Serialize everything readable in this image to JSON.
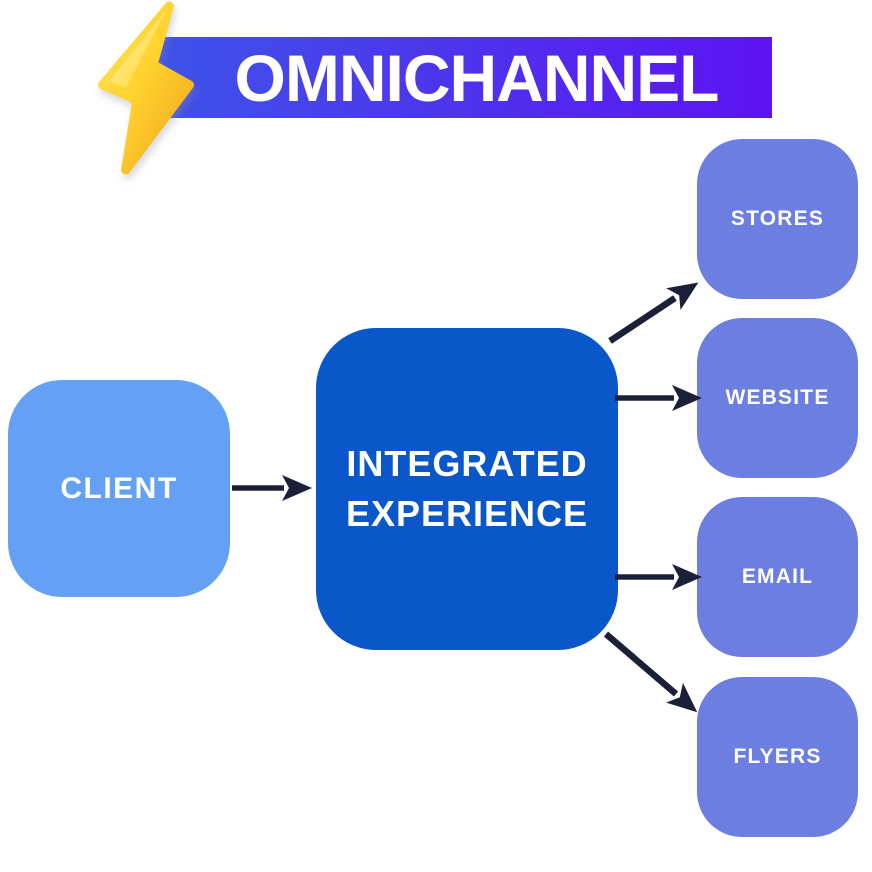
{
  "title_banner": {
    "title": "OMNICHANNEL",
    "icon": "lightning-bolt"
  },
  "diagram": {
    "client": {
      "label": "CLIENT"
    },
    "hub": {
      "lines": [
        "INTEGRATED",
        "EXPERIENCE"
      ]
    },
    "channels": [
      {
        "label": "STORES"
      },
      {
        "label": "WEBSITE"
      },
      {
        "label": "EMAIL"
      },
      {
        "label": "FLYERS"
      }
    ]
  },
  "theme": {
    "banner-grad-start": "#3E53E8",
    "banner-grad-end": "#5D13F2",
    "client-box": "#64A1F5",
    "hub-box": "#0A57CA",
    "channel-box": "#6C7EE0",
    "arrow": "#1B2038",
    "bolt-light": "#FFE35A",
    "bolt-mid": "#FFD22E",
    "bolt-dark": "#F0A41C",
    "text": "#FFFFFF"
  }
}
